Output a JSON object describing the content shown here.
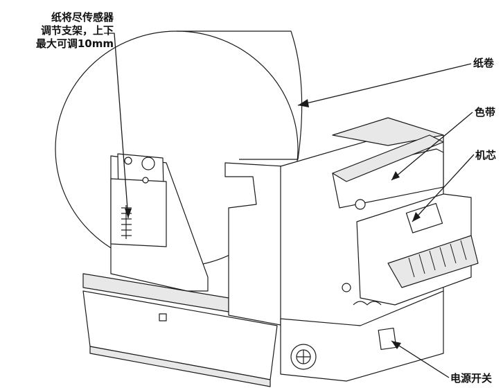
{
  "labels": {
    "sensor_line1": "纸将尽传感器",
    "sensor_line2": "调节支架，上下",
    "sensor_line3": "最大可调10mm",
    "paper_roll": "纸卷",
    "ribbon": "色带",
    "mechanism": "机芯",
    "power_switch": "电源开关"
  },
  "colors": {
    "line": "#1a1a1a",
    "fill": "#ffffff",
    "shade": "#e8e8e8"
  }
}
